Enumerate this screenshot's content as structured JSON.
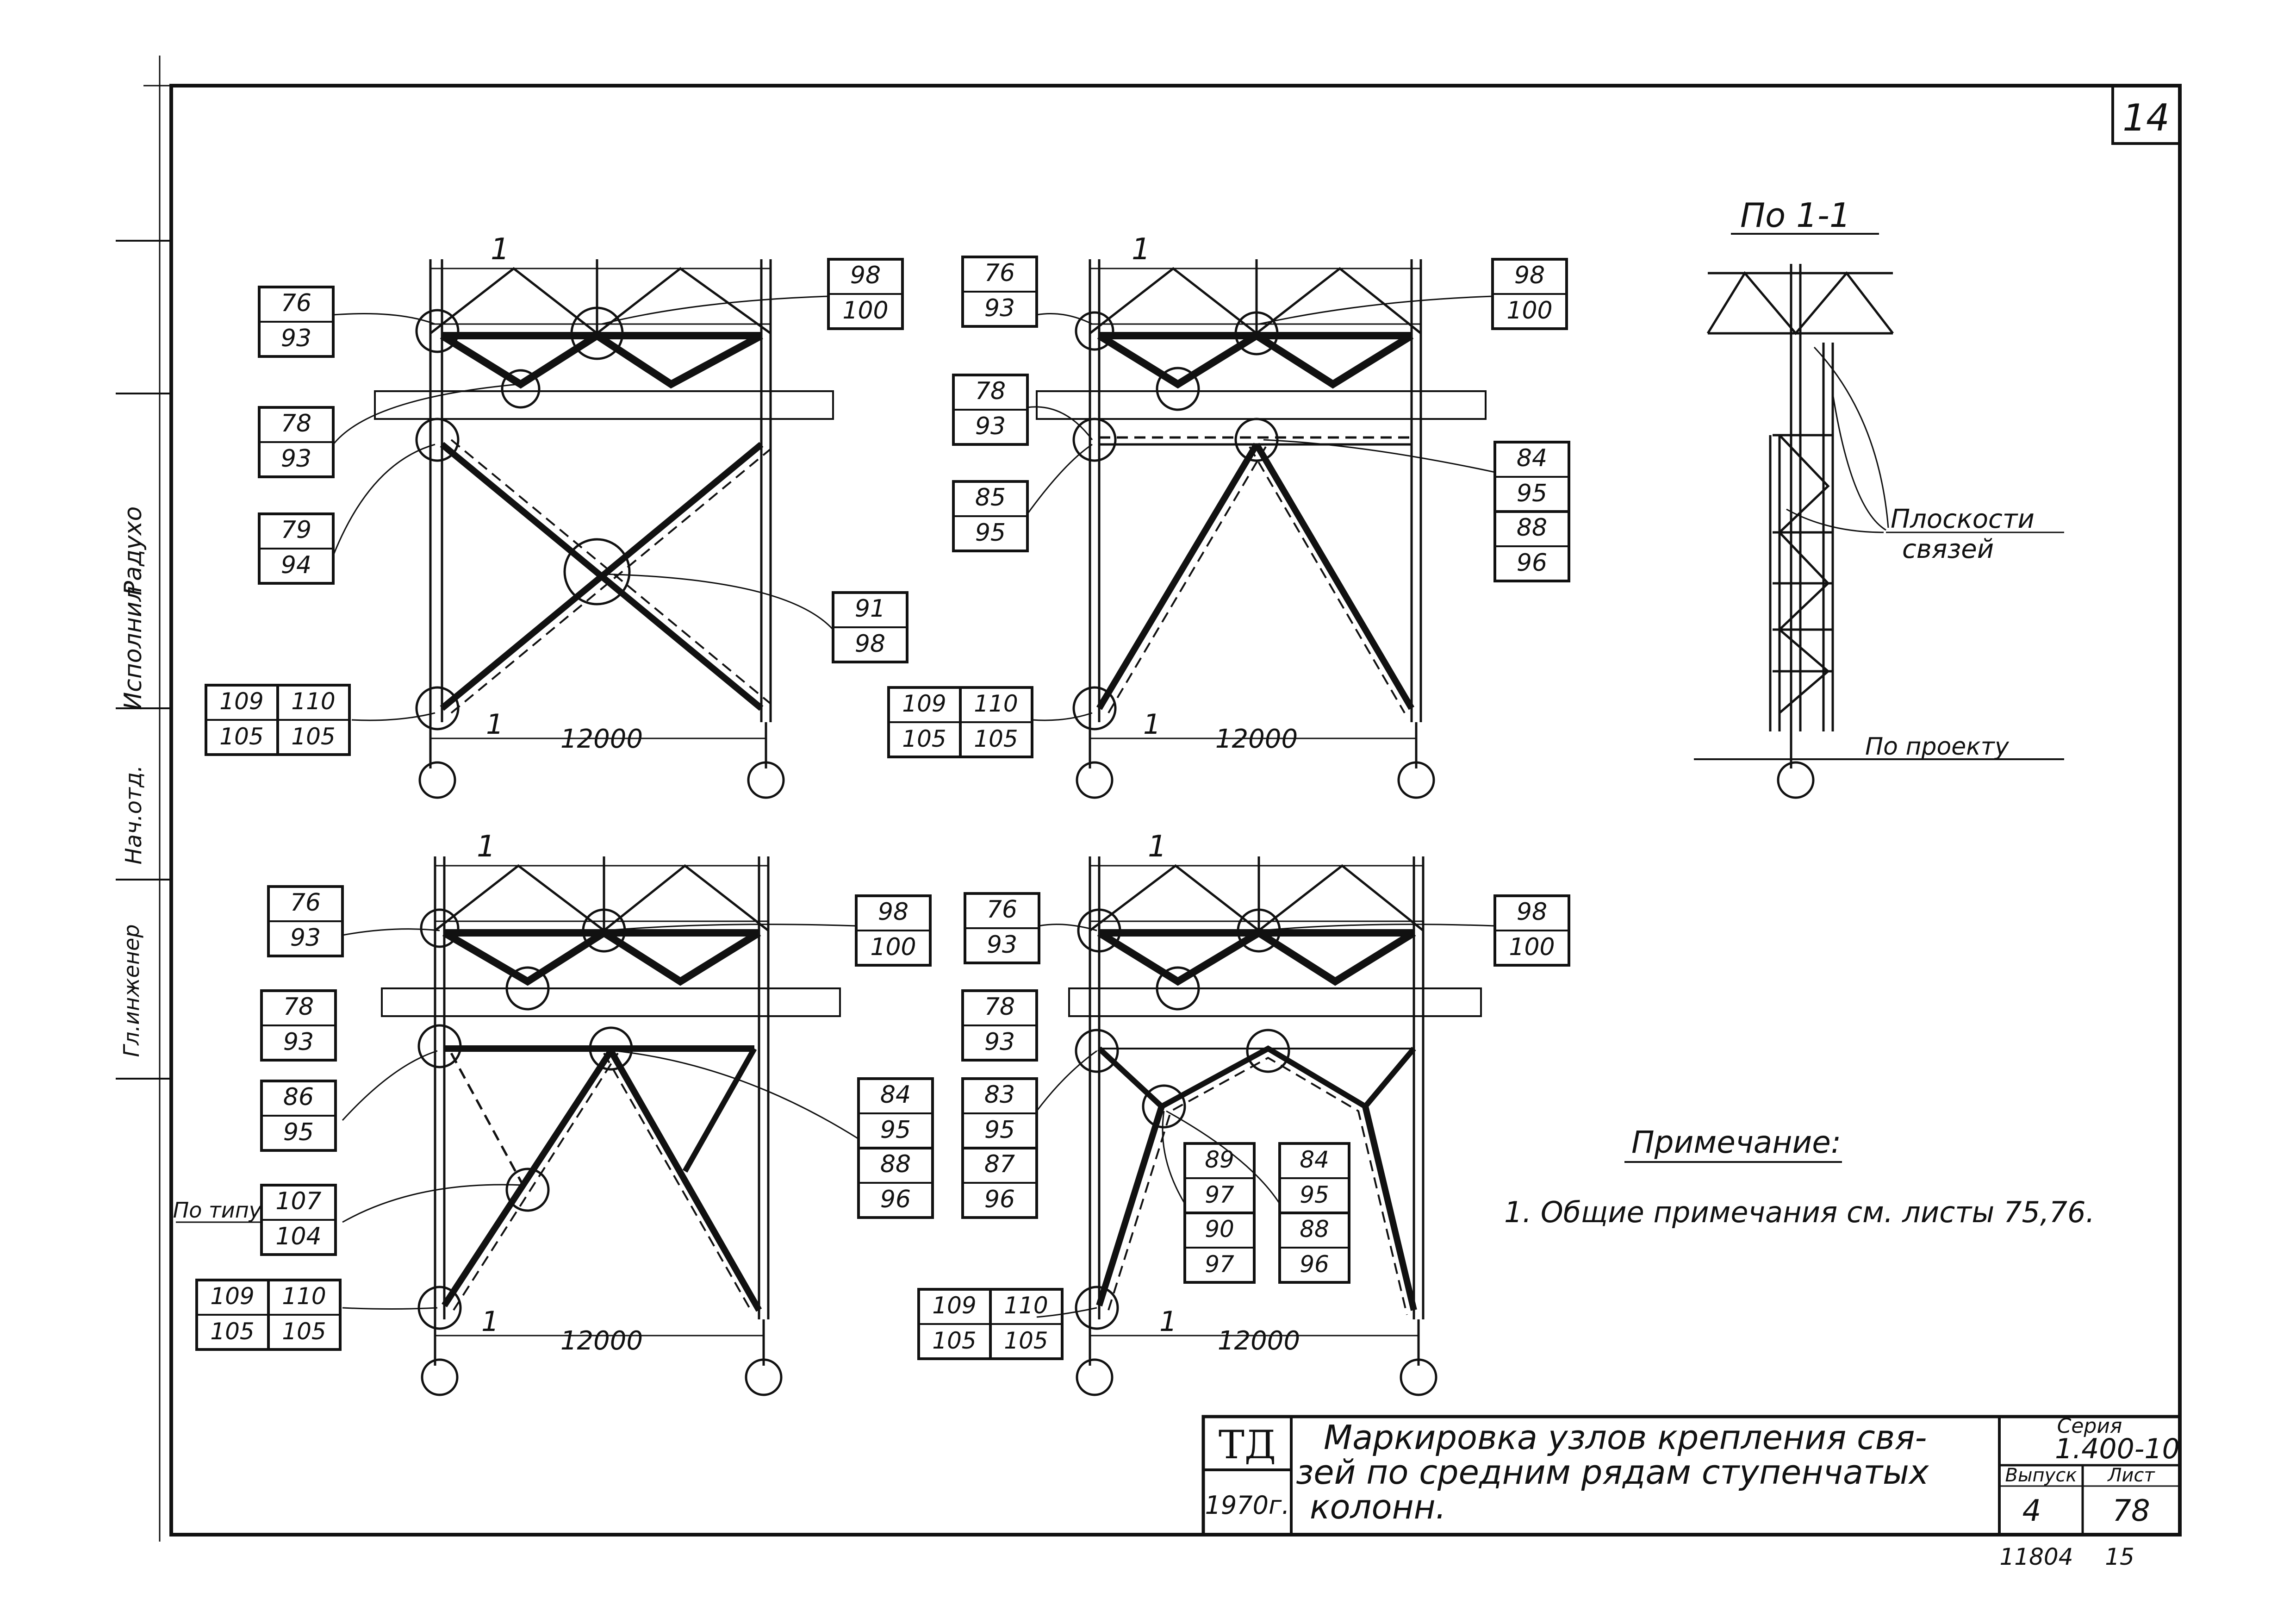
{
  "sheet": {
    "sheet_corner_number": "14",
    "doc_code": "11804",
    "doc_code_page": "15"
  },
  "side_strip": {
    "labels": [
      "Радухо",
      "Исполнил",
      "Нач.отд.",
      "Гл.инженер"
    ]
  },
  "panel_a": {
    "section": "1",
    "span": "12000",
    "tags": {
      "topleft": [
        "76",
        "93"
      ],
      "topright": [
        "98",
        "100"
      ],
      "level": [
        "78",
        "93"
      ],
      "mid": [
        "79",
        "94"
      ],
      "center": [
        "91",
        "98"
      ],
      "base1": [
        "109",
        "105"
      ],
      "base2": [
        "110",
        "105"
      ]
    }
  },
  "panel_b": {
    "section": "1",
    "span": "12000",
    "tags": {
      "topleft": [
        "76",
        "93"
      ],
      "topright": [
        "98",
        "100"
      ],
      "level": [
        "78",
        "93"
      ],
      "mid": [
        "85",
        "95"
      ],
      "right1": [
        "84",
        "95"
      ],
      "right2": [
        "88",
        "96"
      ],
      "base1": [
        "109",
        "105"
      ],
      "base2": [
        "110",
        "105"
      ]
    }
  },
  "panel_c": {
    "section": "1",
    "span": "12000",
    "tags": {
      "topleft": [
        "76",
        "93"
      ],
      "topright": [
        "98",
        "100"
      ],
      "level": [
        "78",
        "93"
      ],
      "mid": [
        "86",
        "95"
      ],
      "right1": [
        "84",
        "95"
      ],
      "right2": [
        "88",
        "96"
      ],
      "typical_prefix": "По типу",
      "typical": [
        "107",
        "104"
      ],
      "base1": [
        "109",
        "105"
      ],
      "base2": [
        "110",
        "105"
      ]
    }
  },
  "panel_d": {
    "section": "1",
    "span": "12000",
    "tags": {
      "topleft": [
        "76",
        "93"
      ],
      "topright": [
        "98",
        "100"
      ],
      "level": [
        "78",
        "93"
      ],
      "mid1": [
        "83",
        "95"
      ],
      "mid2": [
        "87",
        "96"
      ],
      "grid1": [
        "89",
        "97"
      ],
      "grid2": [
        "90",
        "97"
      ],
      "grid3": [
        "84",
        "95"
      ],
      "grid4": [
        "88",
        "96"
      ],
      "base1": [
        "109",
        "105"
      ],
      "base2": [
        "110",
        "105"
      ]
    }
  },
  "section_view": {
    "title": "По 1-1",
    "planes_label": [
      "Плоскости",
      "связей"
    ],
    "project_label": "По проекту"
  },
  "note": {
    "title": "Примечание:",
    "text": "1. Общие примечания см. листы 75,76."
  },
  "title_block": {
    "org": "ТД",
    "year": "1970г.",
    "title_lines": [
      "Маркировка узлов крепления свя-",
      "зей по средним рядам ступенчатых",
      "колонн."
    ],
    "series_label": "Серия",
    "series_value": "1.400-10",
    "issue_label": "Выпуск",
    "issue_value": "4",
    "sheet_label": "Лист",
    "sheet_value": "78"
  },
  "colors": {
    "ink": "#111111",
    "paper": "#ffffff"
  }
}
